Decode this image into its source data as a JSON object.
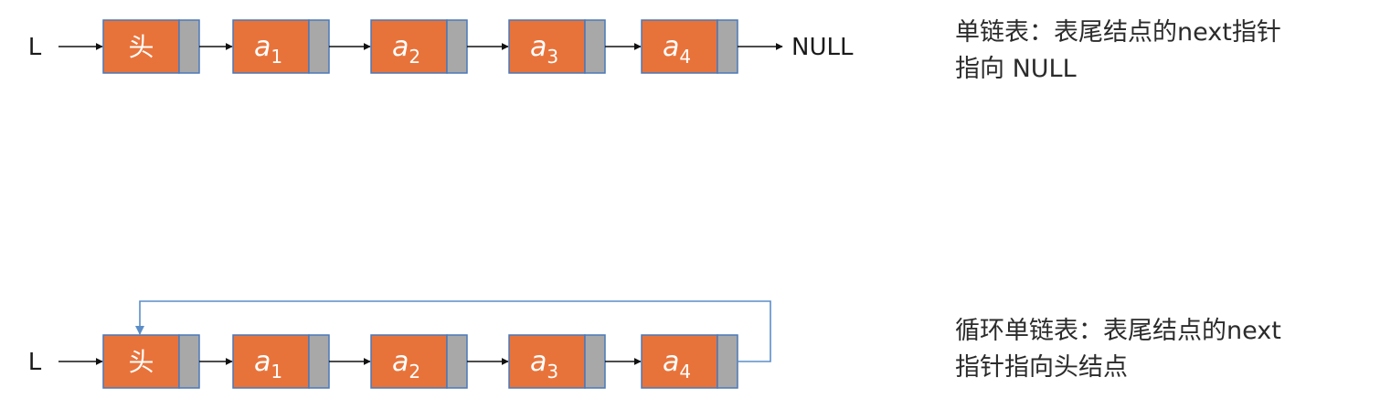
{
  "diagram": {
    "pointer_label": "L",
    "null_label": "NULL",
    "colors": {
      "data_fill": "#e8733a",
      "data_stroke": "#4a78b8",
      "pointer_fill": "#a8a8a8",
      "arrow": "#111111",
      "circular_link": "#5b8dc8",
      "node_text": "#ffffff",
      "label_text": "#1a1a1a"
    },
    "lists": [
      {
        "id": "singly",
        "head_label": "头",
        "nodes": [
          {
            "letter": "a",
            "sub": "1"
          },
          {
            "letter": "a",
            "sub": "2"
          },
          {
            "letter": "a",
            "sub": "3"
          },
          {
            "letter": "a",
            "sub": "4"
          }
        ],
        "tail": "null",
        "description_lines": [
          "单链表：表尾结点的next指针",
          "指向 NULL"
        ]
      },
      {
        "id": "circular",
        "head_label": "头",
        "nodes": [
          {
            "letter": "a",
            "sub": "1"
          },
          {
            "letter": "a",
            "sub": "2"
          },
          {
            "letter": "a",
            "sub": "3"
          },
          {
            "letter": "a",
            "sub": "4"
          }
        ],
        "tail": "head",
        "description_lines": [
          "循环单链表：表尾结点的next",
          "指针指向头结点"
        ]
      }
    ]
  }
}
